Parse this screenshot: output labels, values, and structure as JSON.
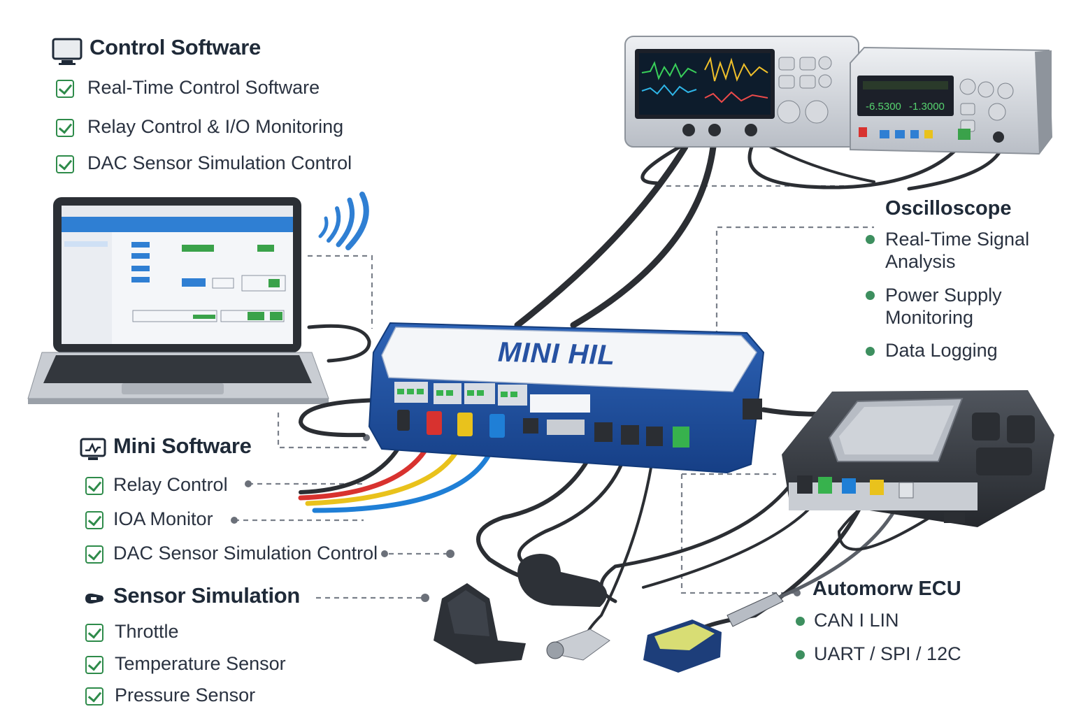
{
  "control_software": {
    "title": "Control Software",
    "icon": "monitor-icon",
    "items": [
      "Real-Time Control Software",
      "Relay Control & I/O Monitoring",
      "DAC Sensor Simulation Control"
    ]
  },
  "mini_software": {
    "title": "Mini Software",
    "icon": "waveform-monitor-icon",
    "items": [
      "Relay Control",
      "IOA Monitor",
      "DAC Sensor Simulation Control"
    ]
  },
  "sensor_simulation": {
    "title": "Sensor Simulation",
    "icon": "sensor-icon",
    "items": [
      "Throttle",
      "Temperature Sensor",
      "Pressure Sensor"
    ]
  },
  "oscilloscope": {
    "title": "Oscilloscope",
    "items": [
      "Real-Time Signal Analysis",
      "Power Supply Monitoring",
      "Data Logging"
    ]
  },
  "ecu": {
    "title": "Automorw ECU",
    "items": [
      "CAN  I LIN",
      "UART / SPI / 12C"
    ]
  },
  "hil_box": {
    "label": "MINI HIL"
  },
  "power_supply": {
    "readout_1": "-6.5300",
    "readout_2": "-1.3000"
  },
  "colors": {
    "check": "#2e8b4a",
    "box_blue": "#1f4f9c",
    "cable_red": "#d8322f",
    "cable_yellow": "#e9c21c",
    "cable_blue": "#1f7fd6"
  }
}
